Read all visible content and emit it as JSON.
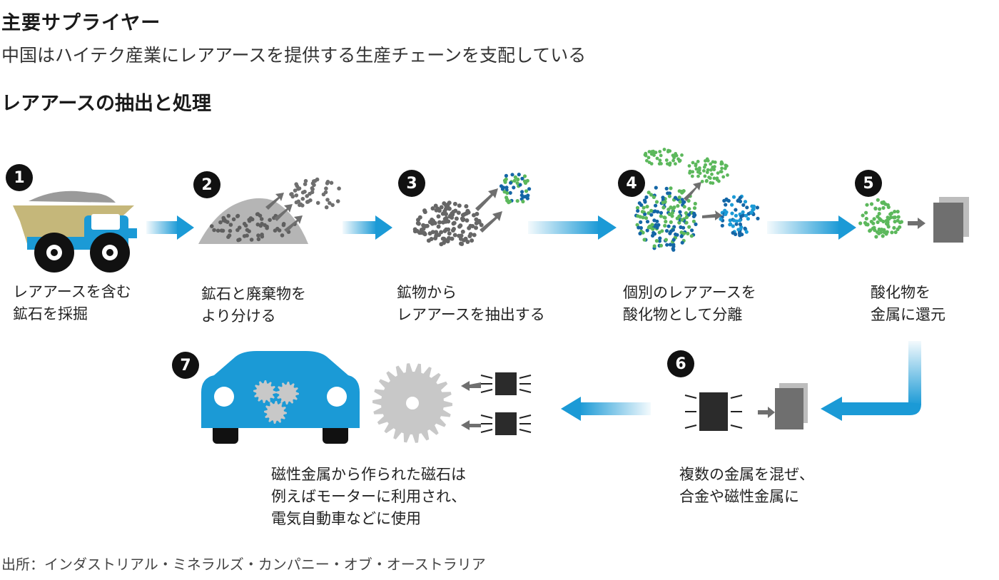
{
  "header": {
    "title": "主要サプライヤー",
    "subtitle": "中国はハイテク産業にレアアースを提供する生産チェーンを支配している",
    "section": "レアアースの抽出と処理"
  },
  "steps": [
    {
      "number": "1",
      "line1": "レアアースを含む",
      "line2": "鉱石を採掘"
    },
    {
      "number": "2",
      "line1": "鉱石と廃棄物を",
      "line2": "より分ける"
    },
    {
      "number": "3",
      "line1": "鉱物から",
      "line2": "レアアースを抽出する"
    },
    {
      "number": "4",
      "line1": "個別のレアアースを",
      "line2": "酸化物として分離"
    },
    {
      "number": "5",
      "line1": "酸化物を",
      "line2": "金属に還元"
    },
    {
      "number": "6",
      "line1": "複数の金属を混ぜ、",
      "line2": "合金や磁性金属に"
    },
    {
      "number": "7",
      "line1": "磁性金属から作られた磁石は",
      "line2": "例えばモーターに利用され、",
      "line3": "電気自動車などに使用"
    }
  ],
  "source": "出所：インダストリアル・ミネラルズ・カンパニー・オブ・オーストラリア",
  "colors": {
    "blue": "#1b9ad6",
    "green": "#5cb85c",
    "darkblue": "#1466a6",
    "grey": "#6f6f6f",
    "dark": "#2b2b2b"
  }
}
